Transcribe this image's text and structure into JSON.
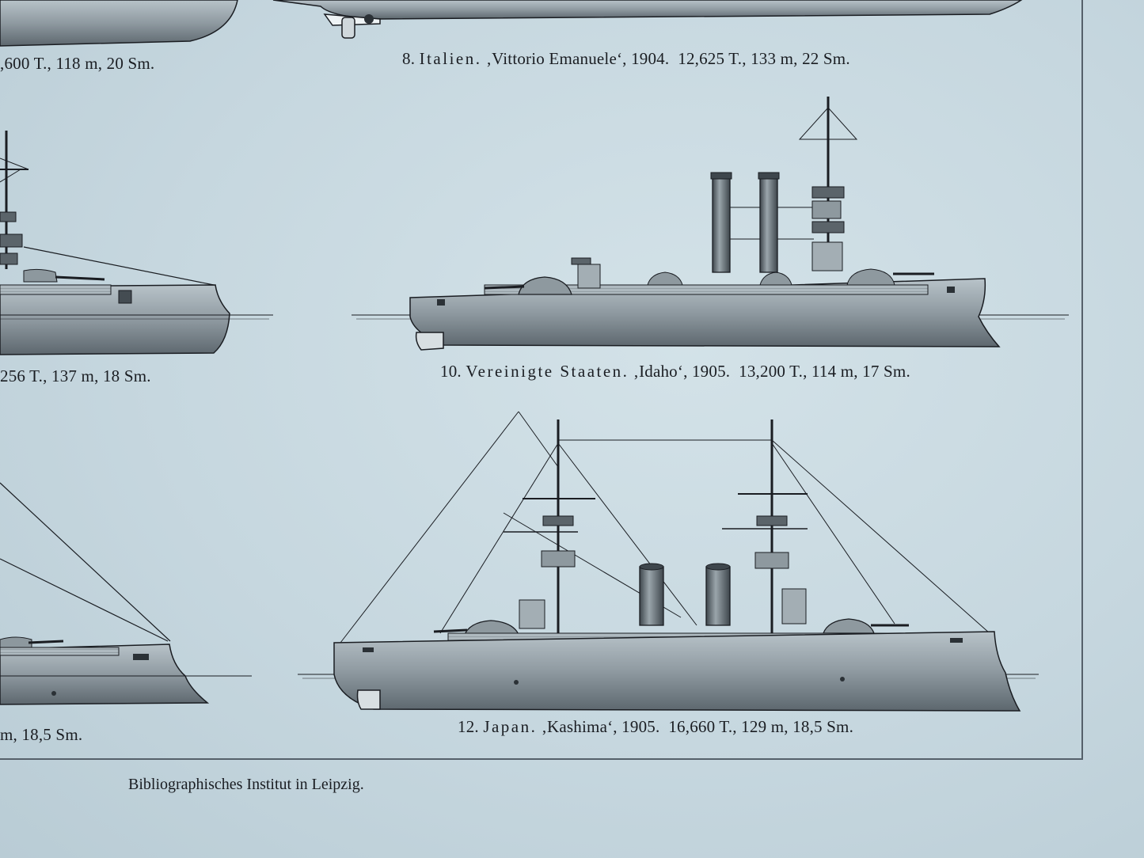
{
  "plates": [
    {
      "id": "left-top",
      "text": ",600 T., 118 m, 20 Sm."
    },
    {
      "id": "8",
      "number": "8.",
      "country": "Italien.",
      "name": "‚Vittorio Emanuele‘, 1904.",
      "specs": "12,625 T., 133 m, 22 Sm."
    },
    {
      "id": "left-middle",
      "text": "256 T., 137 m, 18 Sm."
    },
    {
      "id": "10",
      "number": "10.",
      "country": "Vereinigte Staaten.",
      "name": "‚Idaho‘, 1905.",
      "specs": "13,200 T., 114 m, 17 Sm."
    },
    {
      "id": "left-bottom",
      "text": "m, 18,5 Sm."
    },
    {
      "id": "12",
      "number": "12.",
      "country": "Japan.",
      "name": "‚Kashima‘, 1905.",
      "specs": "16,660 T., 129 m, 18,5 Sm."
    }
  ],
  "publisher": "Bibliographisches Institut in Leipzig.",
  "colors": {
    "paper": "#c7d8e0",
    "ink": "#1a1d22",
    "hull": "#9aa6ad",
    "hull_dark": "#5f6a72"
  }
}
